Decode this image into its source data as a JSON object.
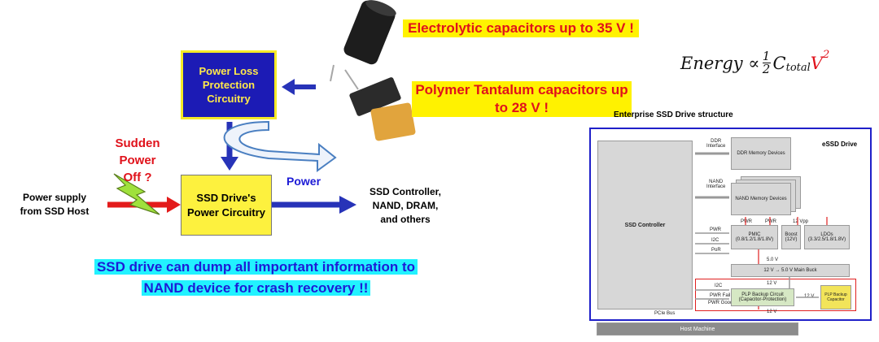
{
  "plp_box": {
    "label": "Power Loss\nProtection\nCircuitry"
  },
  "sudden_off": {
    "line1": "Sudden",
    "line2": "Power Off ?"
  },
  "power_supply": {
    "line1": "Power supply",
    "line2": "from SSD Host"
  },
  "drive_box": {
    "label": "SSD Drive's\nPower Circuitry"
  },
  "power_label": "Power",
  "outputs": {
    "line1": "SSD Controller,",
    "line2": "NAND, DRAM,",
    "line3": "and others"
  },
  "cap_electrolytic": {
    "label": "Electrolytic capacitors up to 35 V !"
  },
  "cap_polymer": {
    "line1": "Polymer Tantalum capacitors up",
    "line2": "to 28 V !"
  },
  "formula": {
    "text_left": "Energy ∝ ",
    "num": "1",
    "den": "2",
    "c": "C",
    "sub": "total",
    "v": "V",
    "sup": "2"
  },
  "dump_note": {
    "line1": "SSD drive can dump all important information to",
    "line2": "NAND device for crash recovery !!"
  },
  "enterprise_title": "Enterprise SSD Drive structure",
  "esd_diagram": {
    "title": "eSSD Drive",
    "controller": "SSD Controller",
    "ddr_iface": "DDR\nInterface",
    "ddr_mem": "DDR Memory Devices",
    "nand_iface": "NAND\nInterface",
    "nand_mem": "NAND Memory Devices",
    "pwr1": "PWR",
    "pwr2": "PWR",
    "vpp": "12 Vpp",
    "pwr_left": "PWR",
    "i2c_left": "I2C",
    "por": "PoR",
    "pmic": "PMIC\n(0.8/1.2/1.8/1.8V)",
    "boost": "Boost\n(12V)",
    "ldos": "LDOs\n(3.3/2.5/1.8/1.8V)",
    "v50": "5.0 V",
    "main_buck": "12 V → 5.0 V Main Buck",
    "v12a": "12 V",
    "i2c2": "I2C",
    "pwr_fail": "PWR Fail",
    "pwr_good": "PWR Good",
    "plp_backup": "PLP Backup Circuit\n(Capacitor-Protection)",
    "plp_cap": "PLP Backup\nCapacitor",
    "v12b": "12 V",
    "v12c": "12 V",
    "pcie": "PCIe Bus",
    "host": "Host Machine"
  }
}
